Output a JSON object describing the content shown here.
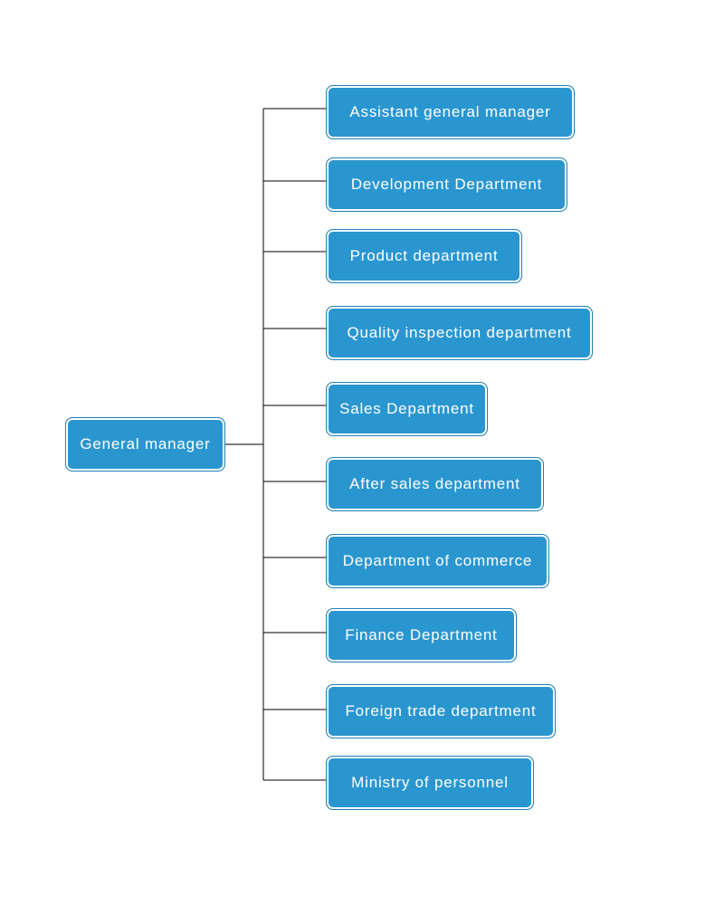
{
  "diagram": {
    "root": {
      "label": "General manager"
    },
    "children": [
      {
        "label": "Assistant general manager"
      },
      {
        "label": "Development Department"
      },
      {
        "label": "Product department"
      },
      {
        "label": "Quality inspection department"
      },
      {
        "label": "Sales Department"
      },
      {
        "label": "After sales department"
      },
      {
        "label": "Department of commerce"
      },
      {
        "label": "Finance Department"
      },
      {
        "label": "Foreign trade department"
      },
      {
        "label": "Ministry of personnel"
      }
    ]
  },
  "colors": {
    "node_fill": "#2a96d0",
    "node_text": "#ffffff",
    "connector": "#000000"
  }
}
